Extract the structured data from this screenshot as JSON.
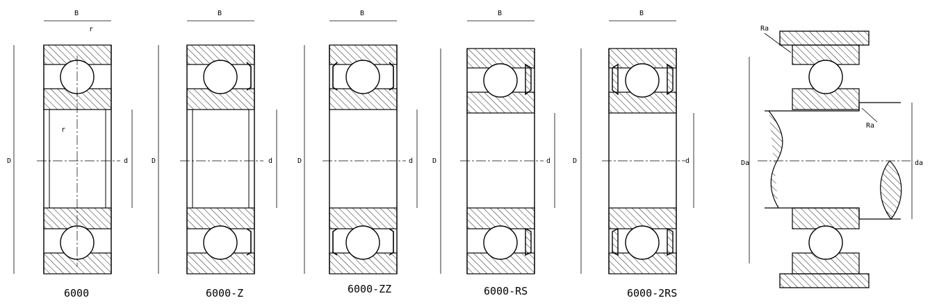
{
  "bearings": [
    {
      "caption": "6000",
      "seal": "none"
    },
    {
      "caption": "6000-Z",
      "seal": "shield-one-side"
    },
    {
      "caption": "6000-ZZ",
      "seal": "shield-both-sides"
    },
    {
      "caption": "6000-RS",
      "seal": "rubber-seal-one-side"
    },
    {
      "caption": "6000-2RS",
      "seal": "rubber-seal-both-sides"
    }
  ],
  "dimension_labels": {
    "width": "B",
    "outer_diameter": "D",
    "bore_diameter": "d",
    "fillet_radius": "r"
  },
  "mounting": {
    "housing_shoulder": "Da",
    "shaft_shoulder": "da",
    "fillet": "Ra"
  },
  "colors": {
    "line": "#000000",
    "background": "#ffffff"
  }
}
